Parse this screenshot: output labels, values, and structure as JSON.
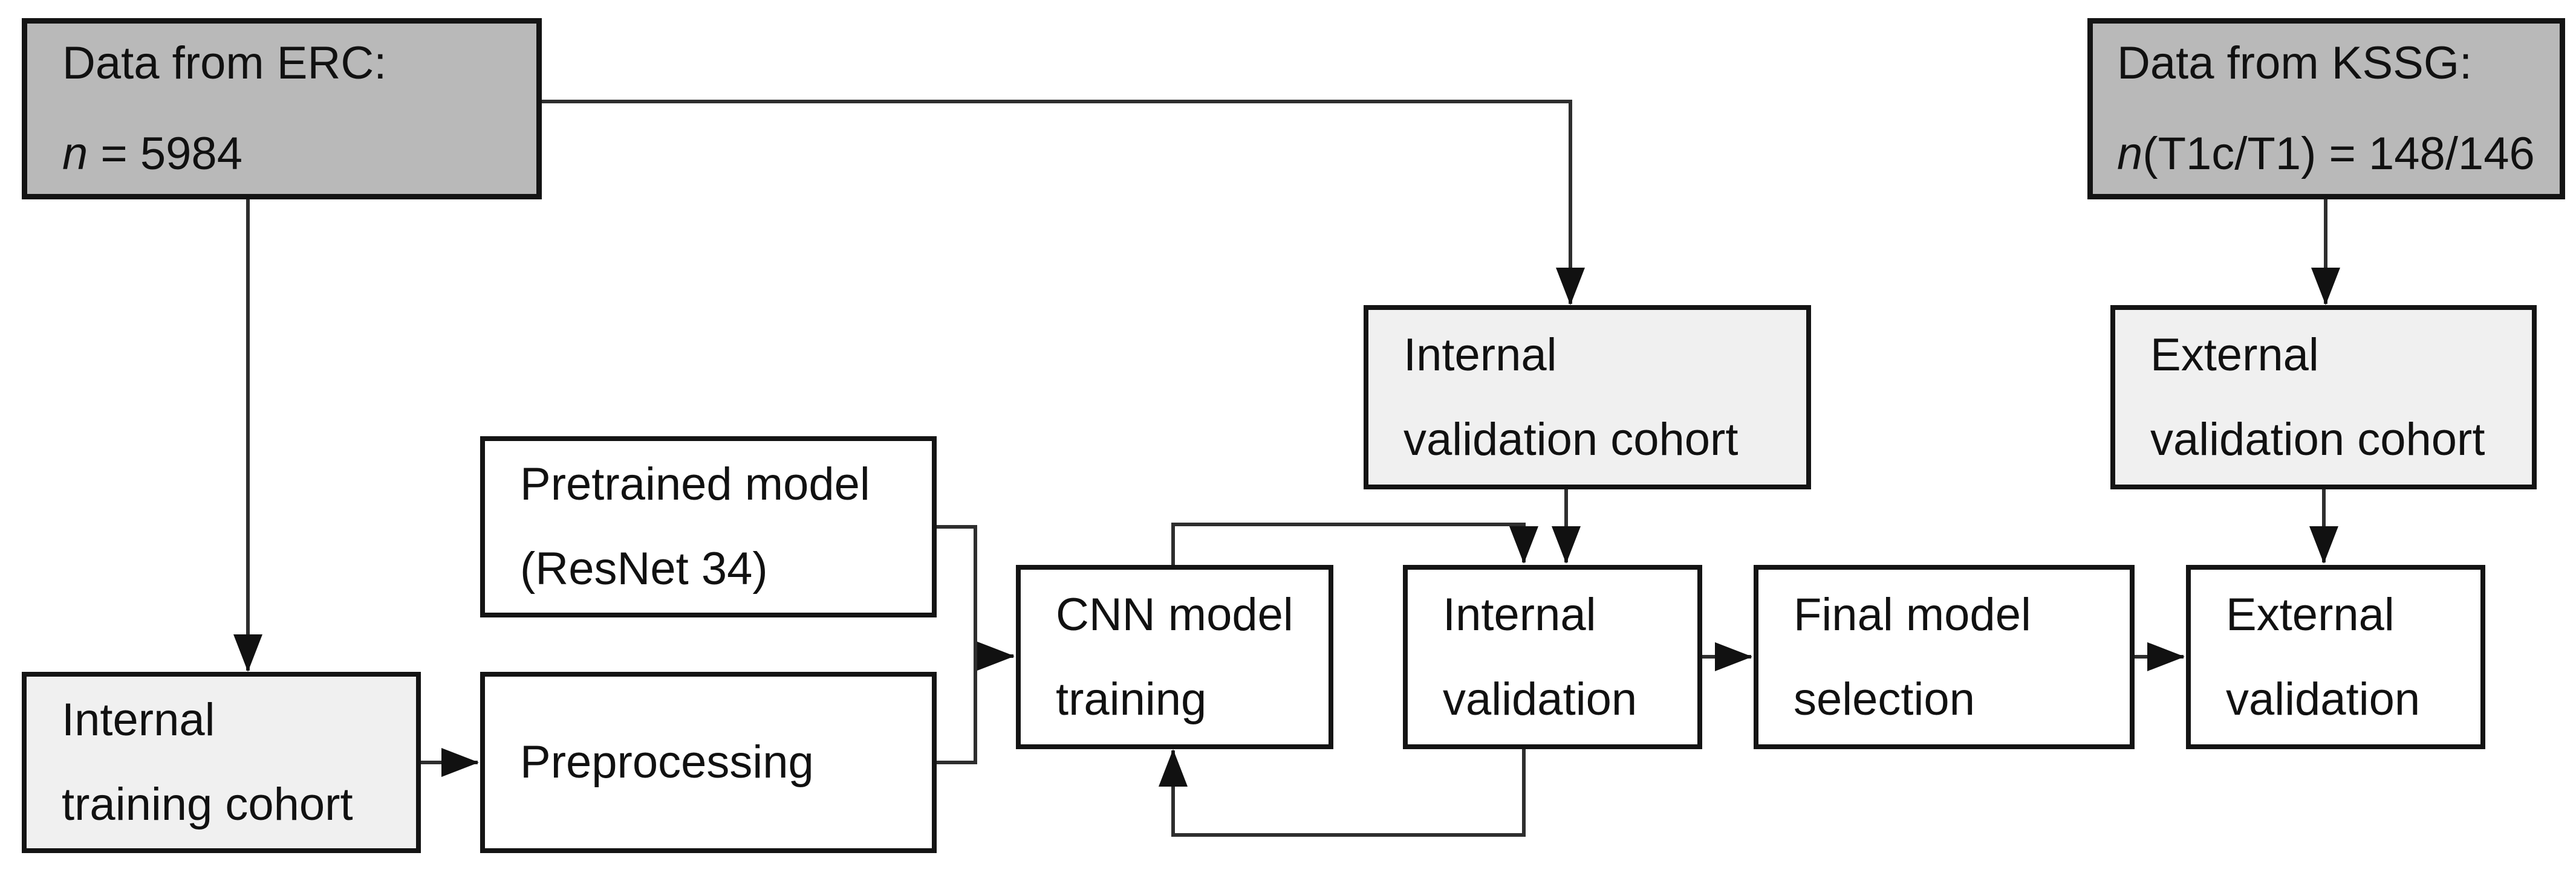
{
  "diagram": {
    "boxes": {
      "erc": {
        "line1": "Data from ERC:",
        "n_symbol": "n",
        "n_rest": " = 5984"
      },
      "kssg": {
        "line1": "Data from KSSG:",
        "n_symbol": "n",
        "n_rest": "(T1c/T1) = 148/146"
      },
      "internal_validation_cohort": {
        "line1": "Internal",
        "line2": "validation cohort"
      },
      "external_validation_cohort": {
        "line1": "External",
        "line2": "validation cohort"
      },
      "pretrained_model": {
        "line1": "Pretrained model",
        "line2": "(ResNet 34)"
      },
      "cnn_model_training": {
        "line1": "CNN model",
        "line2": "training"
      },
      "internal_validation": {
        "line1": "Internal",
        "line2": "validation"
      },
      "final_model_selection": {
        "line1": "Final model",
        "line2": "selection"
      },
      "external_validation": {
        "line1": "External",
        "line2": "validation"
      },
      "internal_training_cohort": {
        "line1": "Internal",
        "line2": "training cohort"
      },
      "preprocessing": {
        "line1": "Preprocessing"
      }
    },
    "edges": [
      {
        "from": "data-erc",
        "to": "internal-training-cohort"
      },
      {
        "from": "data-erc",
        "to": "internal-validation-cohort"
      },
      {
        "from": "data-kssg",
        "to": "external-validation-cohort"
      },
      {
        "from": "internal-training-cohort",
        "to": "preprocessing"
      },
      {
        "from": "pretrained-model",
        "to": "cnn-model-training"
      },
      {
        "from": "preprocessing",
        "to": "cnn-model-training"
      },
      {
        "from": "cnn-model-training",
        "to": "internal-validation"
      },
      {
        "from": "internal-validation-cohort",
        "to": "internal-validation"
      },
      {
        "from": "internal-validation",
        "to": "cnn-model-training"
      },
      {
        "from": "internal-validation",
        "to": "final-model-selection"
      },
      {
        "from": "final-model-selection",
        "to": "external-validation"
      },
      {
        "from": "external-validation-cohort",
        "to": "external-validation"
      }
    ],
    "colors": {
      "dark_box": "#b9b9b9",
      "light_box": "#f0f0f0",
      "white_box": "#ffffff",
      "box_border": "#141414",
      "line": "#2e2e2e",
      "arrowhead": "#111111",
      "text": "#111111"
    }
  }
}
